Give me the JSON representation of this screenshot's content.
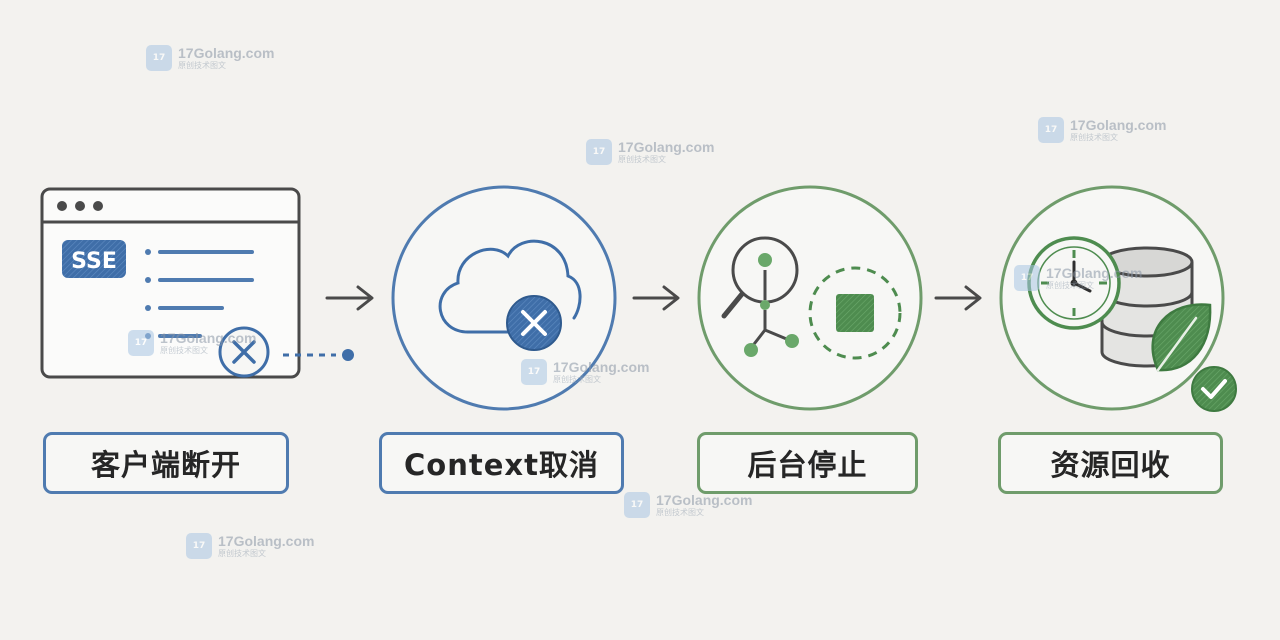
{
  "steps": [
    {
      "label": "客户端断开"
    },
    {
      "label": "Context取消"
    },
    {
      "label": "后台停止"
    },
    {
      "label": "资源回收"
    }
  ],
  "browser": {
    "badge": "SSE"
  },
  "watermark": {
    "text": "17Golang.com",
    "sub": "原创技术图文"
  },
  "colors": {
    "blue": "#4f7bb0",
    "green": "#6f9c6b",
    "gray": "#4a4a4a"
  }
}
